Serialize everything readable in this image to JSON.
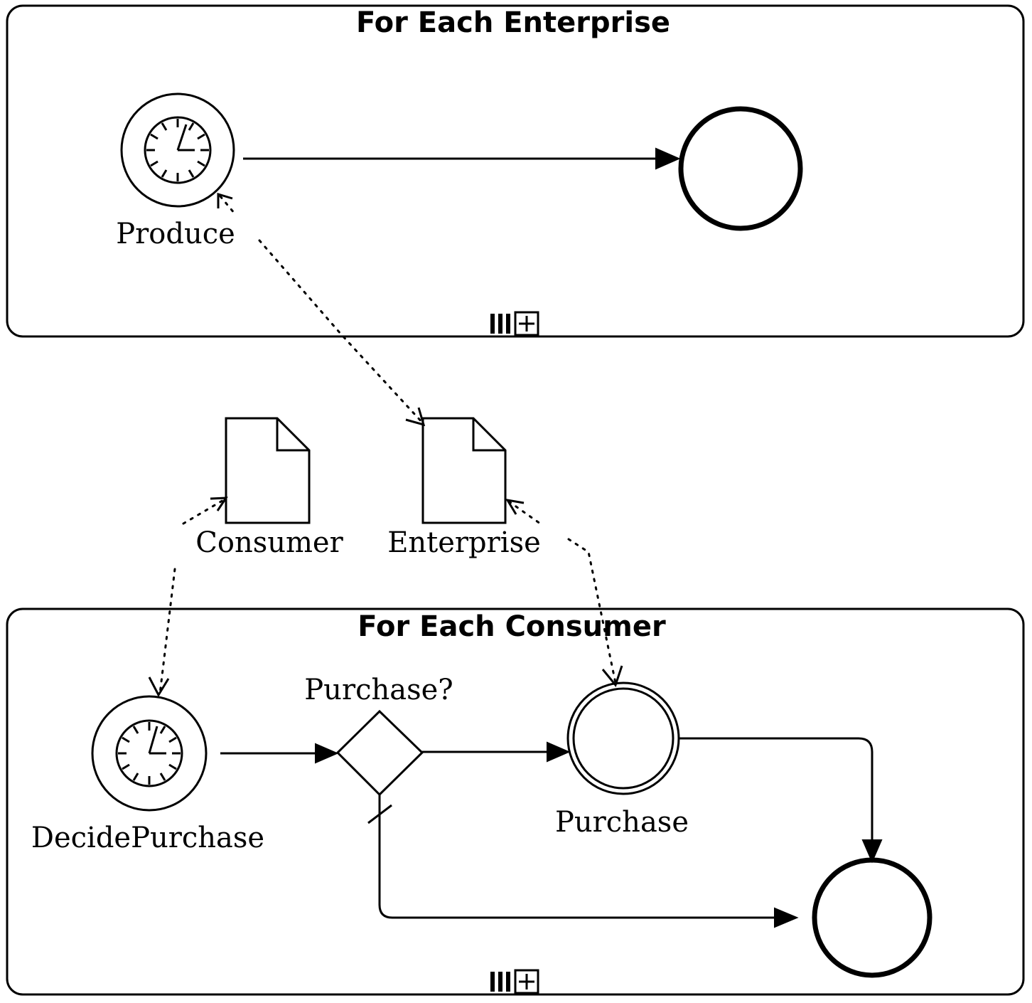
{
  "diagram": {
    "type": "BPMN process",
    "subprocesses": {
      "enterprise": {
        "title": "For Each Enterprise",
        "marker": "parallel-multi-instance + collapsed-subprocess"
      },
      "consumer": {
        "title": "For Each Consumer",
        "marker": "parallel-multi-instance + collapsed-subprocess"
      }
    },
    "events": {
      "produce": {
        "label": "Produce",
        "kind": "timer start event"
      },
      "enterprise_end": {
        "label": "",
        "kind": "end event"
      },
      "decide_purchase": {
        "label": "DecidePurchase",
        "kind": "timer start event"
      },
      "purchase": {
        "label": "Purchase",
        "kind": "intermediate event"
      },
      "consumer_end": {
        "label": "",
        "kind": "end event"
      }
    },
    "gateway": {
      "label": "Purchase?",
      "kind": "exclusive gateway",
      "default_flow": "to end event"
    },
    "data_objects": {
      "consumer": {
        "label": "Consumer"
      },
      "enterprise": {
        "label": "Enterprise"
      }
    },
    "associations": [
      {
        "from": "Enterprise",
        "to": "Produce",
        "bidirectional": true
      },
      {
        "from": "Consumer",
        "to": "DecidePurchase",
        "bidirectional": true
      },
      {
        "from": "Enterprise",
        "to": "Purchase",
        "bidirectional": true
      }
    ],
    "sequence_flows": [
      {
        "from": "Produce",
        "to": "end event"
      },
      {
        "from": "DecidePurchase",
        "to": "Purchase?"
      },
      {
        "from": "Purchase?",
        "to": "Purchase"
      },
      {
        "from": "Purchase",
        "to": "end event"
      },
      {
        "from": "Purchase?",
        "to": "end event",
        "default": true
      }
    ]
  }
}
